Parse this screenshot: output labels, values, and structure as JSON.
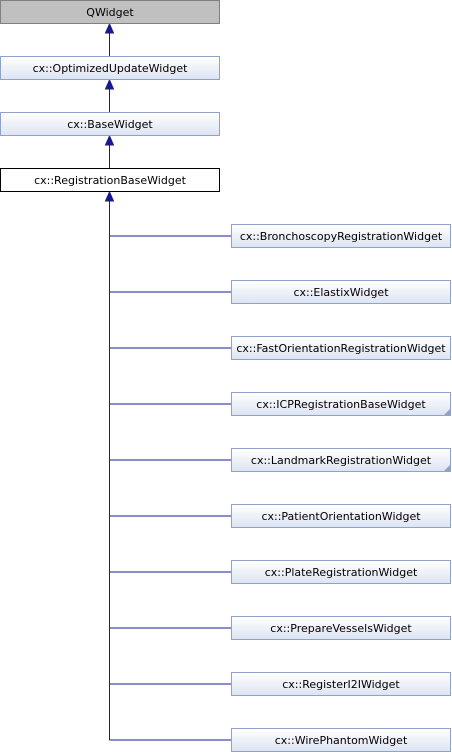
{
  "colors": {
    "edge": "#1a1a8c",
    "node_border": "#8fa2c8",
    "node_fill_top": "#ffffff",
    "node_fill_bottom": "#dde4f2",
    "root_fill": "#c0c0c0",
    "root_border": "#808080",
    "focus_fill": "#ffffff",
    "focus_border": "#000000"
  },
  "ancestors": [
    {
      "label": "QWidget",
      "kind": "root"
    },
    {
      "label": "cx::OptimizedUpdateWidget",
      "kind": "normal"
    },
    {
      "label": "cx::BaseWidget",
      "kind": "normal"
    },
    {
      "label": "cx::RegistrationBaseWidget",
      "kind": "focus"
    }
  ],
  "children": [
    {
      "label": "cx::BronchoscopyRegistrationWidget",
      "has_more": false
    },
    {
      "label": "cx::ElastixWidget",
      "has_more": false
    },
    {
      "label": "cx::FastOrientationRegistrationWidget",
      "has_more": false
    },
    {
      "label": "cx::ICPRegistrationBaseWidget",
      "has_more": true
    },
    {
      "label": "cx::LandmarkRegistrationWidget",
      "has_more": true
    },
    {
      "label": "cx::PatientOrientationWidget",
      "has_more": false
    },
    {
      "label": "cx::PlateRegistrationWidget",
      "has_more": false
    },
    {
      "label": "cx::PrepareVesselsWidget",
      "has_more": false
    },
    {
      "label": "cx::RegisterI2IWidget",
      "has_more": false
    },
    {
      "label": "cx::WirePhantomWidget",
      "has_more": false
    }
  ]
}
